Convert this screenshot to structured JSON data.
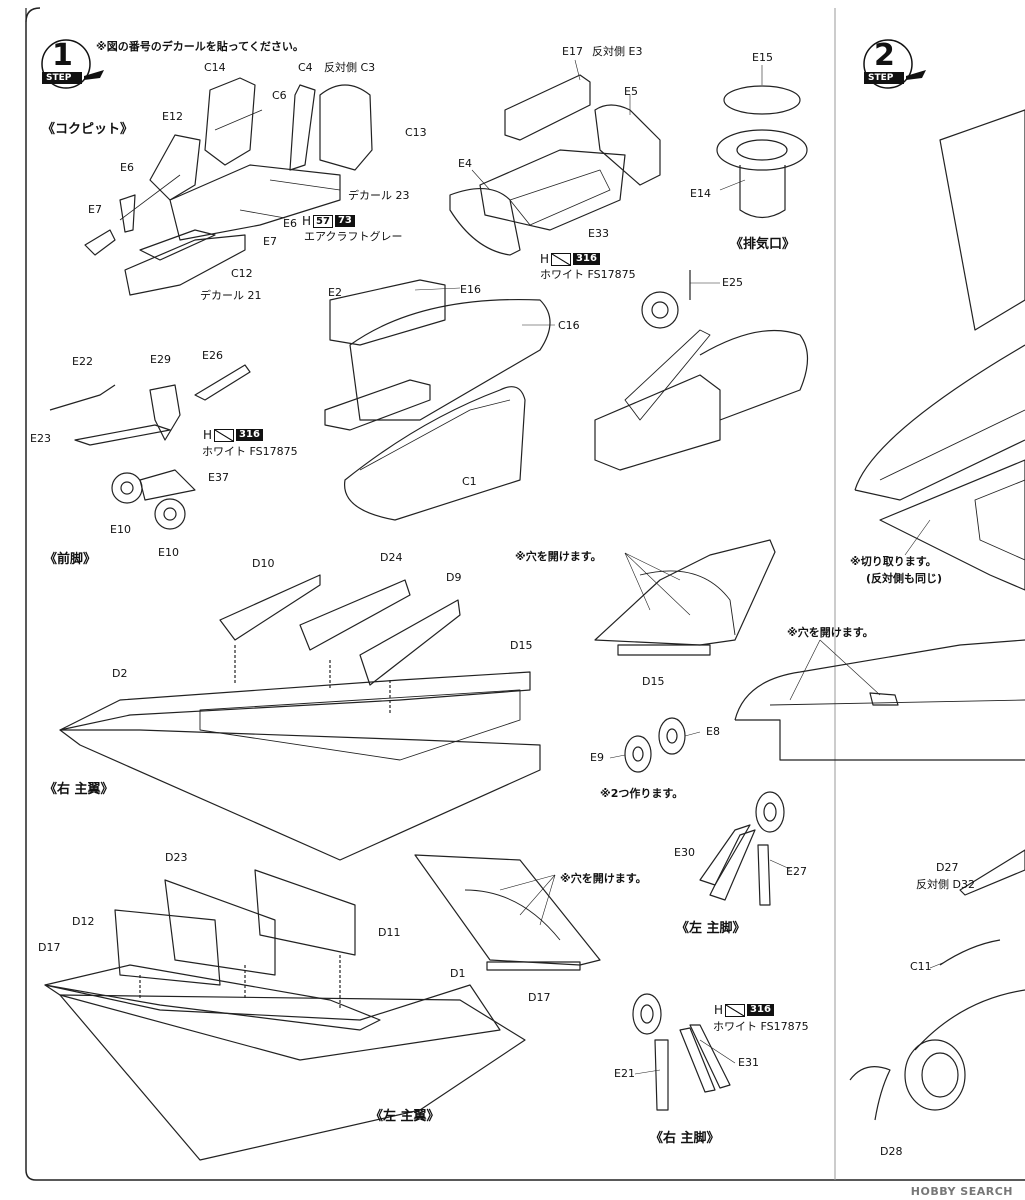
{
  "steps": [
    {
      "number": "1",
      "tag": "STEP"
    },
    {
      "number": "2",
      "tag": "STEP"
    }
  ],
  "notes": {
    "top": "※図の番号のデカールを貼ってください。",
    "holes1": "※穴を開けます。",
    "holes2": "※穴を開けます。",
    "holes3": "※穴を開けます。",
    "make_two": "※2つ作ります。",
    "cut_off": "※切り取ります。",
    "cut_off_sub": "(反対側も同じ)"
  },
  "sections": {
    "cockpit": "《コクピット》",
    "exhaust": "《排気口》",
    "nose_gear": "《前脚》",
    "right_wing": "《右 主翼》",
    "left_wing": "《左 主翼》",
    "left_main_gear": "《左 主脚》",
    "right_main_gear": "《右 主脚》"
  },
  "paints": {
    "cockpit": {
      "letter": "H",
      "code": "57",
      "code2": "73",
      "name": "エアクラフトグレー"
    },
    "bay": {
      "letter": "H",
      "code": "316",
      "name": "ホワイト FS17875"
    },
    "nose_gear": {
      "letter": "H",
      "code": "316",
      "name": "ホワイト FS17875"
    },
    "right_gear": {
      "letter": "H",
      "code": "316",
      "name": "ホワイト FS17875"
    }
  },
  "parts": {
    "C14": "C14",
    "C4": "C4",
    "C4_op": "反対側 C3",
    "C6": "C6",
    "C13": "C13",
    "E12": "E12",
    "E6a": "E6",
    "E7a": "E7",
    "E6b": "E6",
    "E7b": "E7",
    "C12": "C12",
    "decal23": "デカール 23",
    "decal21": "デカール 21",
    "E17": "E17",
    "E17_op": "反対側 E3",
    "E5": "E5",
    "E4": "E4",
    "E33": "E33",
    "E15": "E15",
    "E14": "E14",
    "E2": "E2",
    "E16": "E16",
    "C16": "C16",
    "C1": "C1",
    "E25": "E25",
    "E22": "E22",
    "E29": "E29",
    "E26": "E26",
    "E23": "E23",
    "E37": "E37",
    "E10a": "E10",
    "E10b": "E10",
    "D10": "D10",
    "D24": "D24",
    "D9": "D9",
    "D15": "D15",
    "D2": "D2",
    "D15b": "D15",
    "E8": "E8",
    "E9": "E9",
    "D23": "D23",
    "D12": "D12",
    "D11": "D11",
    "D17": "D17",
    "D1": "D1",
    "D17b": "D17",
    "E30": "E30",
    "E27": "E27",
    "E21": "E21",
    "E31": "E31",
    "D27": "D27",
    "D27_op": "反対側 D32",
    "C11": "C11",
    "D28": "D28"
  },
  "watermark": "HOBBY SEARCH"
}
